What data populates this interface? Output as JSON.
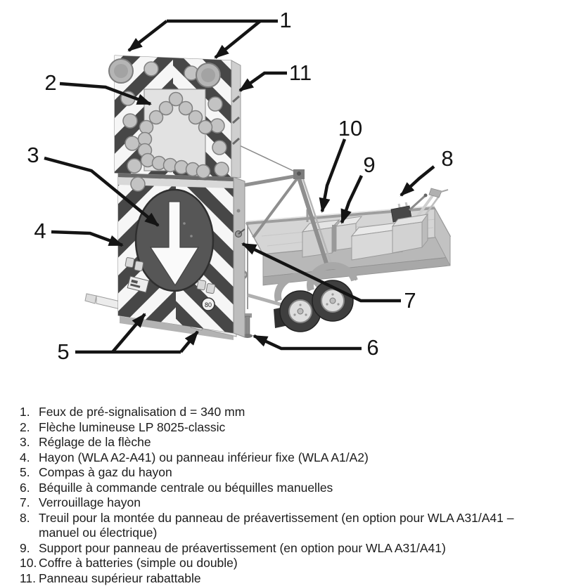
{
  "figure": {
    "callouts": [
      {
        "label": "1"
      },
      {
        "label": "2"
      },
      {
        "label": "3"
      },
      {
        "label": "4"
      },
      {
        "label": "5"
      },
      {
        "label": "6"
      },
      {
        "label": "7"
      },
      {
        "label": "8"
      },
      {
        "label": "9"
      },
      {
        "label": "10"
      },
      {
        "label": "11"
      }
    ],
    "speed_badge": "80",
    "colors": {
      "stripe_dark": "#474747",
      "stripe_light": "#f6f6f6",
      "circle_fill": "#565656",
      "line_black": "#141414"
    }
  },
  "legend": {
    "items": [
      {
        "num": "1.",
        "text": "Feux de pré-signalisation d = 340 mm"
      },
      {
        "num": "2.",
        "text": "Flèche lumineuse LP 8025-classic"
      },
      {
        "num": "3.",
        "text": "Réglage de la flèche"
      },
      {
        "num": "4.",
        "text": "Hayon (WLA A2-A41) ou panneau inférieur fixe (WLA A1/A2)"
      },
      {
        "num": "5.",
        "text": "Compas à gaz du hayon"
      },
      {
        "num": "6.",
        "text": "Béquille à commande centrale ou béquilles manuelles"
      },
      {
        "num": "7.",
        "text": "Verrouillage hayon"
      },
      {
        "num": "8.",
        "text": "Treuil pour la montée du panneau de préavertissement (en option pour WLA A31/A41 – manuel ou électrique)"
      },
      {
        "num": "9.",
        "text": "Support pour panneau de préavertissement (en option pour WLA A31/A41)"
      },
      {
        "num": "10.",
        "text": "Coffre à batteries (simple ou double)"
      },
      {
        "num": "11.",
        "text": "Panneau supérieur rabattable"
      }
    ]
  }
}
